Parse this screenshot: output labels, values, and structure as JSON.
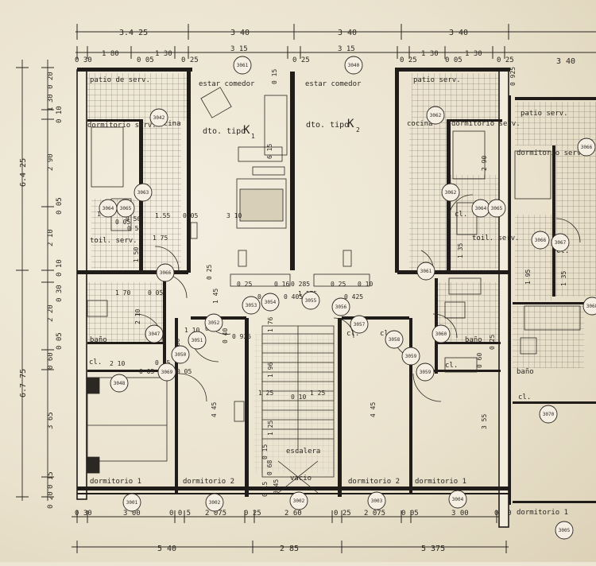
{
  "top_dimensions_row1": [
    "3.4 25",
    "3 40",
    "3 40",
    "3 40",
    "3 40"
  ],
  "top_dimensions_row2": [
    "0 30",
    "1 80",
    "1 30",
    "0 05",
    "0 25",
    "3 15",
    "0 25",
    "3 15",
    "0 25",
    "1 30",
    "0 05",
    "1 30",
    "0 25"
  ],
  "left_dimensions": [
    "0 20",
    "1 30",
    "0 10",
    "2 90",
    "0 05",
    "2 10",
    "0 10",
    "0 30",
    "2 20",
    "0 05",
    "0 60",
    "3 65",
    "0 15",
    "0 20"
  ],
  "left_totals": [
    "6.4 25",
    "6.7 75"
  ],
  "bottom_dimensions_row1": [
    "0 30",
    "3 00",
    "0 0 5",
    "2 075",
    "0 25",
    "2 60",
    "0 25",
    "2 075",
    "0 05",
    "3 00",
    "0 30"
  ],
  "bottom_totals": [
    "5 40",
    "2 85",
    "5 375"
  ],
  "room_labels": {
    "patio_left": "patio de serv.",
    "estar_left": "estar comedor",
    "estar_right": "estar comedor",
    "patio_right": "patio serv.",
    "patio_far": "patio serv.",
    "dorm_serv_left": "dormitorio serv.",
    "cocina_left": "cocina",
    "dto_k1": "dto. tipo",
    "k1": "K",
    "k1_sub": "1",
    "dto_k2": "dto. tipo",
    "k2": "K",
    "k2_sub": "2",
    "cocina_right": "cocina",
    "dorm_serv_right": "dormitorio serv.",
    "dorm_serv_far": "dormitorio serv.",
    "toil_left": "toil. serv.",
    "toil_right": "toil. serv.",
    "bano_left": "baño",
    "bano_right": "baño",
    "bano_far": "baño",
    "cl_left": "cl.",
    "cl_a": "cl.",
    "cl_b": "cl.",
    "cl_c": "cl.",
    "cl_d": "cl.",
    "cl_e": "cl.",
    "cl_f": "cl.",
    "escalera": "escalera",
    "vacio": "vacio",
    "dorm1_left": "dormitorio 1",
    "dorm2_left": "dormitorio 2",
    "dorm2_right": "dormitorio 2",
    "dorm1_right": "dormitorio 1",
    "dorm1_far": "dormitorio 1"
  },
  "inner_dimensions": [
    "1 15",
    "0 50",
    "1.55",
    "0 05",
    "0 05",
    "3 10",
    "1 75",
    "1 50",
    "0 50",
    "1 70",
    "0 05",
    "2 10",
    "2 10",
    "0 85",
    "0 05",
    "0 05",
    "1 10",
    "0 05",
    "4 45",
    "0 25",
    "0 16",
    "0 285",
    "0 25",
    "0 10",
    "0 05",
    "0 405",
    "1 175",
    "0 425",
    "1 76",
    "1 96",
    "1 25",
    "0 10",
    "1 25",
    "1 25",
    "0 15",
    "0 68",
    "0 45",
    "0 15",
    "4 45",
    "3 55",
    "2 90",
    "1 35",
    "1 95",
    "1 35",
    "1 45",
    "6 15",
    "0 925",
    "0 925",
    "0 15",
    "0 40",
    "0 25",
    "0 60",
    "0 25",
    "0 80"
  ],
  "room_codes": [
    "3061",
    "3040",
    "3042",
    "3062",
    "3063",
    "3064",
    "3065",
    "3066",
    "3062",
    "3064",
    "3065",
    "3061",
    "3066",
    "3066",
    "3067",
    "3068",
    "3069",
    "3047",
    "3048",
    "3050",
    "3051",
    "3052",
    "3053",
    "3054",
    "3055",
    "3056",
    "3057",
    "3058",
    "3059",
    "3059",
    "3060",
    "3070",
    "3001",
    "3002",
    "3002",
    "3003",
    "3004",
    "3005"
  ]
}
